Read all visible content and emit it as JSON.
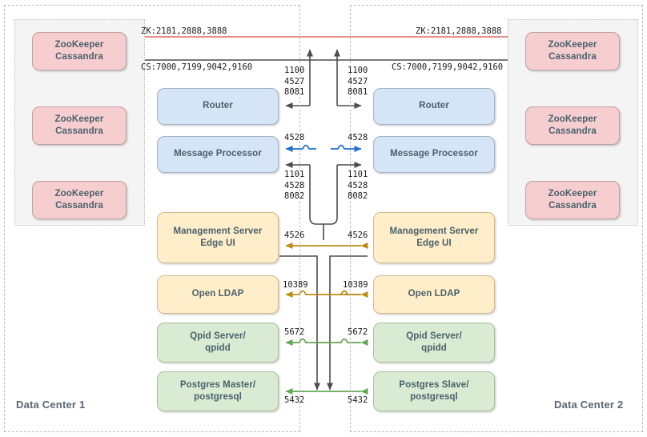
{
  "diagram": {
    "title": "Apigee Edge two data center topology",
    "type": "network-architecture",
    "palette": {
      "pink": "#f7ced0",
      "blue": "#d5e4f7",
      "yellow": "#ffeec9",
      "green": "#d9ebd2",
      "red_link": "#e06666",
      "gray_link": "#4d4d4d",
      "blue_link": "#1f6fd0",
      "gold_link": "#c08b14",
      "green_link": "#63a653",
      "frame_dashed": "#b9b9b9",
      "frame_dotted": "#bdbdbd",
      "group_fill": "#f4f4f4",
      "node_text": "#49616b"
    }
  },
  "datacenters": [
    {
      "id": "dc1",
      "label": "Data Center 1"
    },
    {
      "id": "dc2",
      "label": "Data Center 2"
    }
  ],
  "zookeeper_clusters": {
    "dc1": [
      {
        "line1": "ZooKeeper",
        "line2": "Cassandra"
      },
      {
        "line1": "ZooKeeper",
        "line2": "Cassandra"
      },
      {
        "line1": "ZooKeeper",
        "line2": "Cassandra"
      }
    ],
    "dc2": [
      {
        "line1": "ZooKeeper",
        "line2": "Cassandra"
      },
      {
        "line1": "ZooKeeper",
        "line2": "Cassandra"
      },
      {
        "line1": "ZooKeeper",
        "line2": "Cassandra"
      }
    ]
  },
  "services": {
    "dc1": [
      {
        "id": "router-1",
        "line1": "Router",
        "line2": "",
        "color": "blue"
      },
      {
        "id": "mp-1",
        "line1": "Message Processor",
        "line2": "",
        "color": "blue"
      },
      {
        "id": "mgmt-1",
        "line1": "Management Server",
        "line2": "Edge UI",
        "color": "yellow"
      },
      {
        "id": "ldap-1",
        "line1": "Open LDAP",
        "line2": "",
        "color": "yellow"
      },
      {
        "id": "qpid-1",
        "line1": "Qpid Server/",
        "line2": "qpidd",
        "color": "green"
      },
      {
        "id": "postgres-1",
        "line1": "Postgres Master/",
        "line2": "postgresql",
        "color": "green"
      }
    ],
    "dc2": [
      {
        "id": "router-2",
        "line1": "Router",
        "line2": "",
        "color": "blue"
      },
      {
        "id": "mp-2",
        "line1": "Message Processor",
        "line2": "",
        "color": "blue"
      },
      {
        "id": "mgmt-2",
        "line1": "Management Server",
        "line2": "Edge UI",
        "color": "yellow"
      },
      {
        "id": "ldap-2",
        "line1": "Open LDAP",
        "line2": "",
        "color": "yellow"
      },
      {
        "id": "qpid-2",
        "line1": "Qpid Server/",
        "line2": "qpidd",
        "color": "green"
      },
      {
        "id": "postgres-2",
        "line1": "Postgres Slave/",
        "line2": "postgresql",
        "color": "green"
      }
    ]
  },
  "port_labels": {
    "zk_left": "ZK:2181,2888,3888",
    "zk_right": "ZK:2181,2888,3888",
    "cs_left": "CS:7000,7199,9042,9160",
    "cs_right": "CS:7000,7199,9042,9160",
    "router_left": "1100\n4527\n8081",
    "router_right": "1100\n4527\n8081",
    "mp_in_left": "4528",
    "mp_in_right": "4528",
    "mp_out_left": "1101\n4528\n8082",
    "mp_out_right": "1101\n4528\n8082",
    "mgmt_left": "4526",
    "mgmt_right": "4526",
    "ldap_left": "10389",
    "ldap_right": "10389",
    "qpid_left": "5672",
    "qpid_right": "5672",
    "postgres_left": "5432",
    "postgres_right": "5432"
  }
}
